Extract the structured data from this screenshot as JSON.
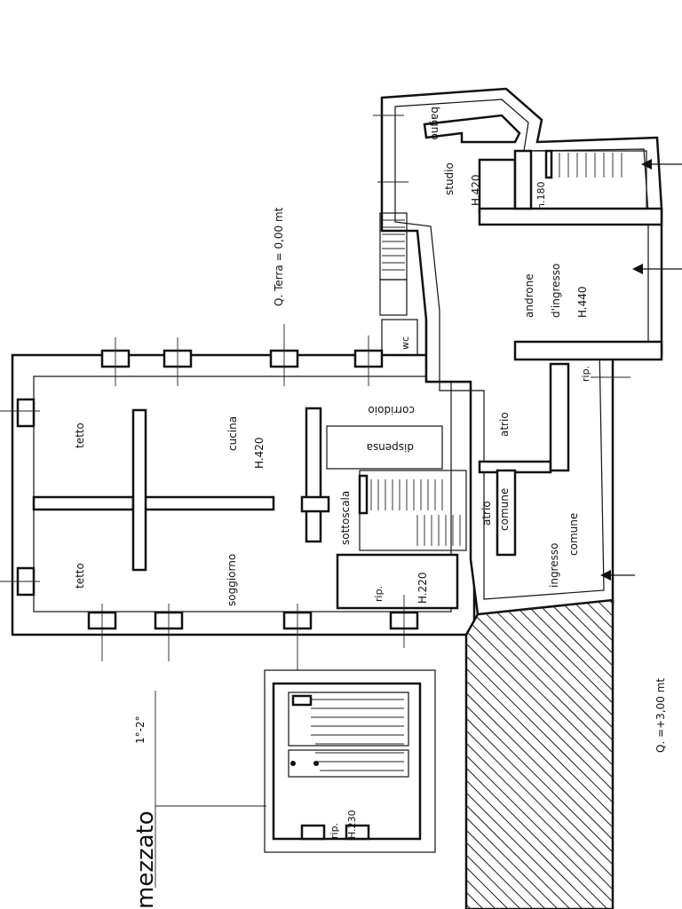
{
  "plan": {
    "level_ground": "Q. Terra = 0,00 mt",
    "level_upper": "Q. =+3,00 mt",
    "floor_title": "mezzato",
    "floor_sub": "1°-2°"
  },
  "rooms": {
    "bagno": "bagno",
    "studio": "studio",
    "studio_h": "H.420",
    "h180": "h.180",
    "androne": "androne",
    "androne_2": "d'ingresso",
    "androne_h": "H.440",
    "wc": "wc",
    "rip_right": "rip.",
    "corridoio": "corridoio",
    "dispensa": "dispensa",
    "atrio": "atrio",
    "atrio_comune_1": "atrio",
    "atrio_comune_2": "comune",
    "ingresso_comune_1": "ingresso",
    "ingresso_comune_2": "comune",
    "sottoscala": "sottoscala",
    "rip_mid": "rip.",
    "rip_mid_h": "H.220",
    "tetto_top": "tetto",
    "tetto_bottom": "tetto",
    "cucina": "cucina",
    "cucina_h": "H.420",
    "soggiorno": "soggiorno",
    "rip_mezz": "rip.",
    "rip_mezz_h": "H.230"
  }
}
